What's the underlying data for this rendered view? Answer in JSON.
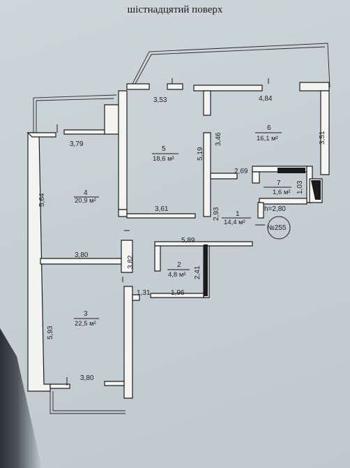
{
  "title": "шістнадцятий поверх",
  "rooms": [
    {
      "num": "1",
      "area": "14,4 м²"
    },
    {
      "num": "2",
      "area": "4,8 м²"
    },
    {
      "num": "3",
      "area": "22,5 м²"
    },
    {
      "num": "4",
      "area": "20,9 м²"
    },
    {
      "num": "5",
      "area": "18,6 м²"
    },
    {
      "num": "6",
      "area": "16,1 м²"
    },
    {
      "num": "7",
      "area": "1,6 м²"
    }
  ],
  "dimensions": [
    "3,53",
    "4,84",
    "3,79",
    "3,46",
    "5,19",
    "3,51",
    "2,69",
    "1,03",
    "5,64",
    "3,61",
    "2,93",
    "h=2,80",
    "5,89",
    "3,80",
    "3,82",
    "2,41",
    "1,31",
    "1,96",
    "5,93",
    "3,80"
  ],
  "apartment_number": "№255"
}
